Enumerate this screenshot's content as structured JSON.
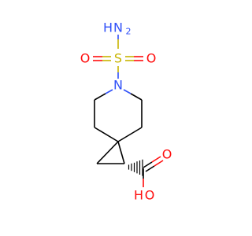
{
  "molecule": {
    "atoms": {
      "nh2_n": "N",
      "nh2_h": "H",
      "nh2_sub": "2",
      "s": "S",
      "o_left": "O",
      "o_right": "O",
      "n_ring": "N",
      "o_carbonyl": "O",
      "oh_o": "O",
      "oh_h": "H"
    },
    "colors": {
      "bond": "#000000",
      "nitrogen": "#3050F8",
      "sulfur": "#C8B400",
      "oxygen": "#FF0D0D"
    }
  }
}
